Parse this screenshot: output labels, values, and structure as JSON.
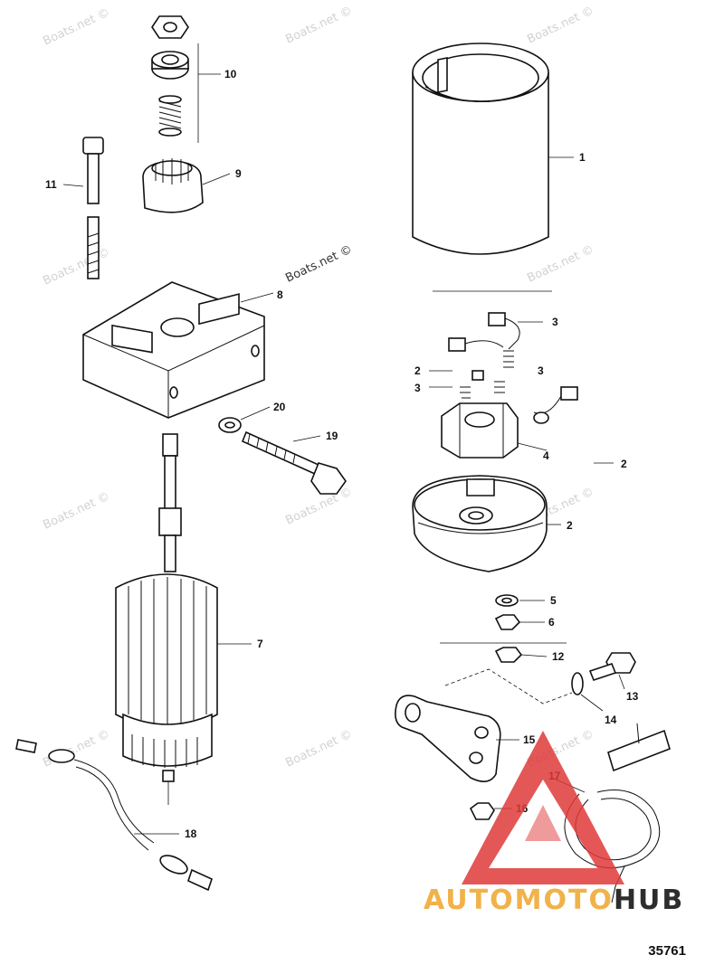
{
  "callouts": [
    {
      "id": "1",
      "label": "1"
    },
    {
      "id": "2a",
      "label": "2"
    },
    {
      "id": "2b",
      "label": "2"
    },
    {
      "id": "2c",
      "label": "2"
    },
    {
      "id": "3a",
      "label": "3"
    },
    {
      "id": "3b",
      "label": "3"
    },
    {
      "id": "3c",
      "label": "3"
    },
    {
      "id": "4",
      "label": "4"
    },
    {
      "id": "5",
      "label": "5"
    },
    {
      "id": "6",
      "label": "6"
    },
    {
      "id": "7",
      "label": "7"
    },
    {
      "id": "8",
      "label": "8"
    },
    {
      "id": "9",
      "label": "9"
    },
    {
      "id": "10",
      "label": "10"
    },
    {
      "id": "11",
      "label": "11"
    },
    {
      "id": "12",
      "label": "12"
    },
    {
      "id": "13",
      "label": "13"
    },
    {
      "id": "14",
      "label": "14"
    },
    {
      "id": "15",
      "label": "15"
    },
    {
      "id": "16",
      "label": "16"
    },
    {
      "id": "17",
      "label": "17"
    },
    {
      "id": "18",
      "label": "18"
    },
    {
      "id": "19",
      "label": "19"
    },
    {
      "id": "20",
      "label": "20"
    }
  ],
  "watermark": "Boats.net ©",
  "logo": {
    "part1": "AUTOMOTO",
    "part2": "HUB",
    "color1": "#f1b24a",
    "color2": "#2d2d2d",
    "triangle_color": "#e03a3a"
  },
  "diagram_number": "35761"
}
